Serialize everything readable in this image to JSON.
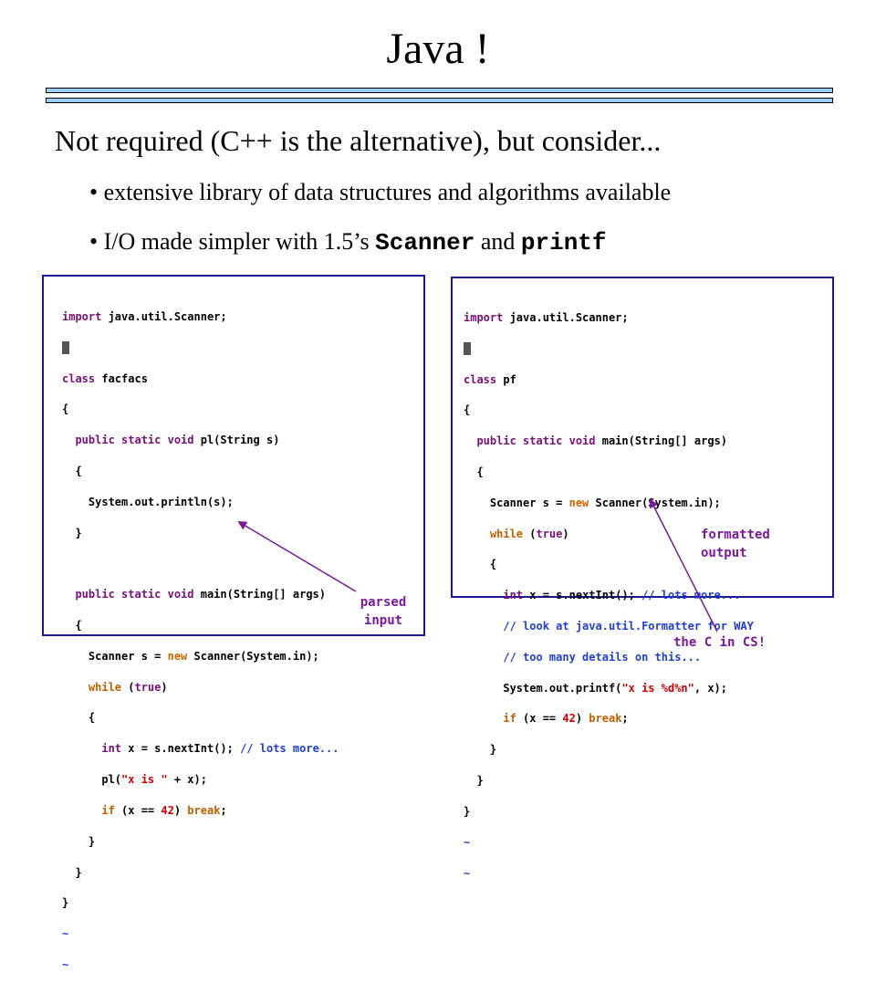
{
  "title": "Java !",
  "subtitle": "Not required (C++ is the alternative),  but consider...",
  "bullets": [
    {
      "text": "extensive  library of data structures and algorithms available"
    },
    {
      "pre": "I/O made simpler with 1.5’s ",
      "code1": "Scanner",
      "mid": " and ",
      "code2": "printf"
    }
  ],
  "left_code": {
    "l1": [
      "import",
      " java.util.Scanner;"
    ],
    "l3": [
      "class",
      " facfacs"
    ],
    "l4": "{",
    "l5": [
      "  ",
      "public static void",
      " pl(String s)"
    ],
    "l6": "  {",
    "l7": "    System.out.println(s);",
    "l8": "  }",
    "l10": [
      "  ",
      "public static void",
      " main(String[] args)"
    ],
    "l11": "  {",
    "l12": [
      "    Scanner s = ",
      "new",
      " Scanner(System.in);"
    ],
    "l13": [
      "    ",
      "while",
      " (",
      "true",
      ")"
    ],
    "l14": "    {",
    "l15": [
      "      ",
      "int",
      " x = s.nextInt(); ",
      "// lots more..."
    ],
    "l16": [
      "      pl(",
      "\"x is \"",
      " + x);"
    ],
    "l17": [
      "      ",
      "if",
      " (x == ",
      "42",
      ") ",
      "break",
      ";"
    ],
    "l18": "    }",
    "l19": "  }",
    "l20": "}",
    "l21": "~",
    "l22": "~"
  },
  "right_code": {
    "l1": [
      "import",
      " java.util.Scanner;"
    ],
    "l3": [
      "class",
      " pf"
    ],
    "l4": "{",
    "l5": [
      "  ",
      "public static void",
      " main(String[] args)"
    ],
    "l6": "  {",
    "l7": [
      "    Scanner s = ",
      "new",
      " Scanner(System.in);"
    ],
    "l8": [
      "    ",
      "while",
      " (",
      "true",
      ")"
    ],
    "l9": "    {",
    "l10": [
      "      ",
      "int",
      " x = s.nextInt(); ",
      "// lots more..."
    ],
    "l11": "      // look at java.util.Formatter for WAY",
    "l12": "      // too many details on this...",
    "l13": [
      "      System.out.printf(",
      "\"x is %d%n\"",
      ", x);"
    ],
    "l14": [
      "      ",
      "if",
      " (x == ",
      "42",
      ") ",
      "break",
      ";"
    ],
    "l15": "    }",
    "l16": "  }",
    "l17": "}",
    "l18": "~",
    "l19": "~"
  },
  "notes": {
    "parsed_1": "parsed",
    "parsed_2": "input",
    "formatted_1": "formatted",
    "formatted_2": "output",
    "c_in_cs": "the C in CS!"
  }
}
